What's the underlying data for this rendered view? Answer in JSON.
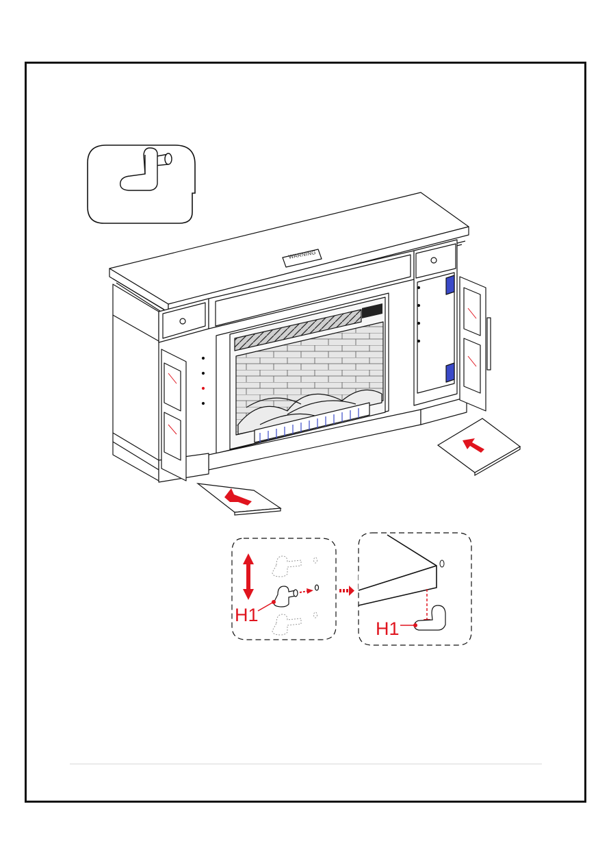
{
  "parts": {
    "shelf_support_code": "H1",
    "shelf_support_code_detail": "H1"
  },
  "product_labels": {
    "warning_plate": "WARNING"
  },
  "icons": {
    "part_preview": "shelf-pin-icon",
    "left_shelf_arrow": "arrow-icon",
    "right_shelf_arrow": "arrow-icon",
    "height_adjust": "double-arrow-icon",
    "step_transition": "dashed-arrow-icon"
  },
  "colors": {
    "accent": "#e0141e",
    "line": "#111111",
    "frame": "#111111"
  }
}
